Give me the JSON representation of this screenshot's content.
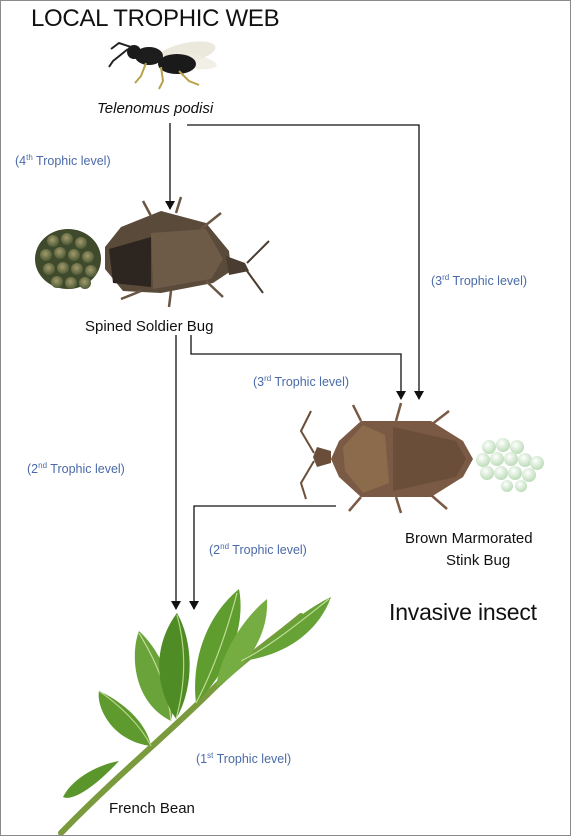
{
  "title": "LOCAL TROPHIC WEB",
  "species": {
    "parasitoid": "Telenomus podisi",
    "predator": "Spined Soldier Bug",
    "pest_line1": "Brown Marmorated",
    "pest_line2": "Stink Bug",
    "plant": "French Bean"
  },
  "levels": {
    "fourth": {
      "num": "4",
      "sup": "th",
      "rest": " Trophic level)"
    },
    "third_a": {
      "num": "3",
      "sup": "rd",
      "rest": " Trophic level)"
    },
    "third_b": {
      "num": "3",
      "sup": "rd",
      "rest": " Trophic level)"
    },
    "second_a": {
      "num": "2",
      "sup": "nd",
      "rest": " Trophic level)"
    },
    "second_b": {
      "num": "2",
      "sup": "nd",
      "rest": " Trophic level)"
    },
    "first": {
      "num": "1",
      "sup": "st",
      "rest": " Trophic level)"
    }
  },
  "invasive_label": "Invasive insect",
  "colors": {
    "level_text": "#4a6aa8",
    "arrow": "#111111",
    "leaf": "#6aa33a",
    "bug_brown": "#5a4636",
    "bmsb_brown": "#7a5a44",
    "egg_green": "#c9e3c6"
  }
}
